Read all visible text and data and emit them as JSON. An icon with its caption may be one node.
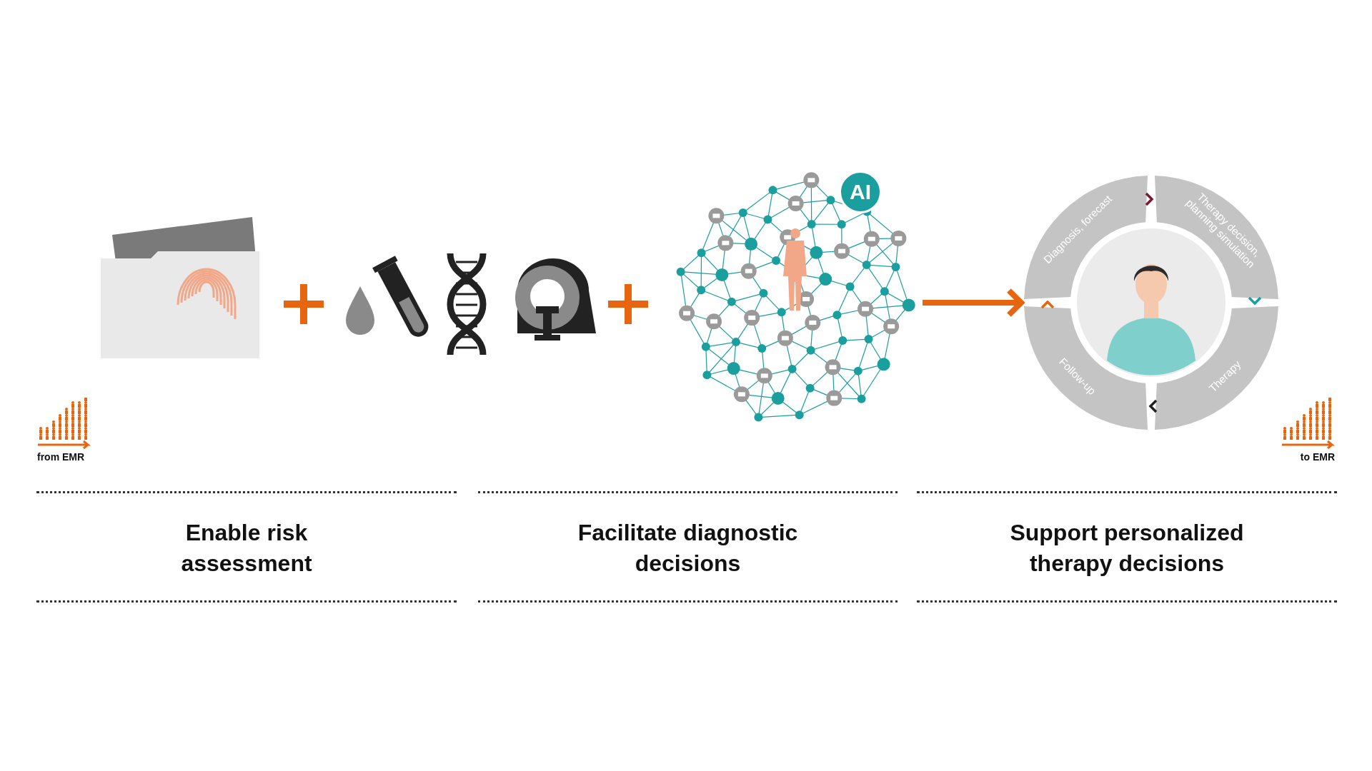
{
  "diagram": {
    "nodes": [
      {
        "text": [],
        "shape": "picture"
      },
      {
        "text": [],
        "shape": "picture"
      },
      {
        "text": [],
        "shape": "picture"
      },
      {
        "text": [],
        "shape": "picture"
      },
      {
        "text": [],
        "shape": "picture"
      },
      {
        "text": [
          "AI"
        ],
        "in": 4
      },
      {
        "text": [],
        "shape": "circle"
      },
      {
        "text": [
          "Diagnosis, forecast"
        ],
        "in": 6
      },
      {
        "text": [
          "Therapy decision, planning simulation"
        ],
        "in": 6
      },
      {
        "text": [
          "Therapy"
        ],
        "in": 6
      },
      {
        "text": [
          "Follow-up"
        ],
        "in": 6
      },
      {
        "text": [],
        "shape": "person",
        "in": 6
      }
    ],
    "edges": [
      {
        "from": 4,
        "to": 6,
        "arrow": "to",
        "style": "thick",
        "color": "#e8650f"
      },
      {
        "from": 7,
        "to": 8,
        "arrow": "to",
        "color": "#7b1a2e"
      },
      {
        "from": 8,
        "to": 9,
        "arrow": "to",
        "color": "#1a9e9e"
      },
      {
        "from": 9,
        "to": 10,
        "arrow": "to",
        "color": "#222222"
      },
      {
        "from": 10,
        "to": 7,
        "arrow": "to",
        "color": "#e8650f"
      }
    ],
    "labels": [
      "from EMR",
      "to EMR",
      "Enable risk assessment",
      "Facilitate diagnostic decisions",
      "Support personalized therapy decisions"
    ]
  }
}
